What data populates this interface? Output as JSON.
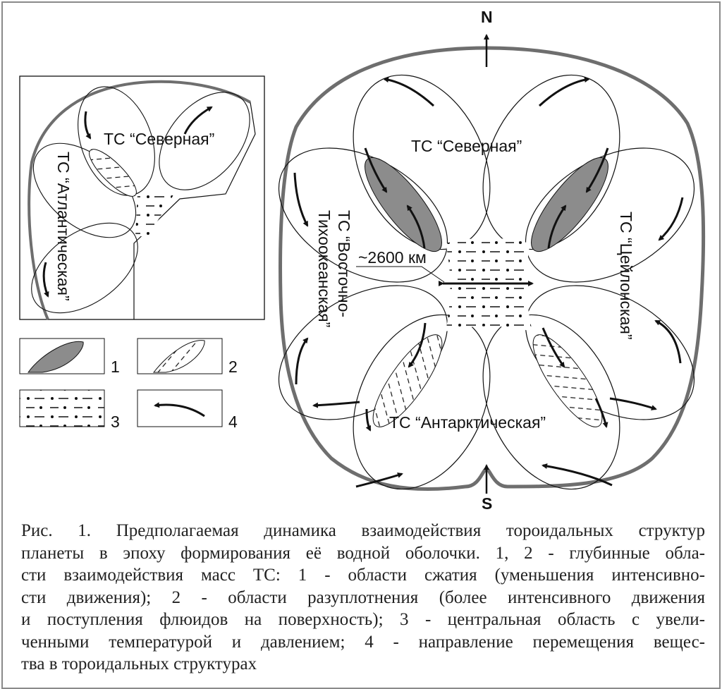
{
  "figure": {
    "north_label": "N",
    "south_label": "S",
    "labels": {
      "north": "ТС “Северная”",
      "east_pacific": "ТС “Восточно-Тихоокеанская”",
      "east_pacific_line1": "ТС “Восточно-",
      "east_pacific_line2": "Тихоокеанская”",
      "ceylon": "ТС “Цейлонская”",
      "antarctic": "ТС “Антарктическая”",
      "distance": "~2600 км"
    },
    "inset": {
      "north": "ТС “Северная”",
      "atlantic": "ТС “Атлантическая”"
    },
    "legend": [
      "1",
      "2",
      "3",
      "4"
    ],
    "colors": {
      "outline": "#6e6e6e",
      "compression": "#8c8c8c",
      "line": "#111111"
    }
  },
  "caption": {
    "lines": [
      "Рис. 1. Предполагаемая  динамика взаимодействия тороидальных структур",
      "планеты в эпоху формирования её водной оболочки. 1,  2 - глубинные обла-",
      "сти  взаимодействия масс ТС: 1 - области сжатия (уменьшения интенсивно-",
      "сти движения); 2 - области разуплотнения  (более  интенсивного  движения",
      "и поступления флюидов на поверхность); 3 - центральная область  с увели-",
      "ченными  температурой и давлением; 4 - направление перемещения вещес-",
      "тва в тороидальных структурах"
    ]
  }
}
